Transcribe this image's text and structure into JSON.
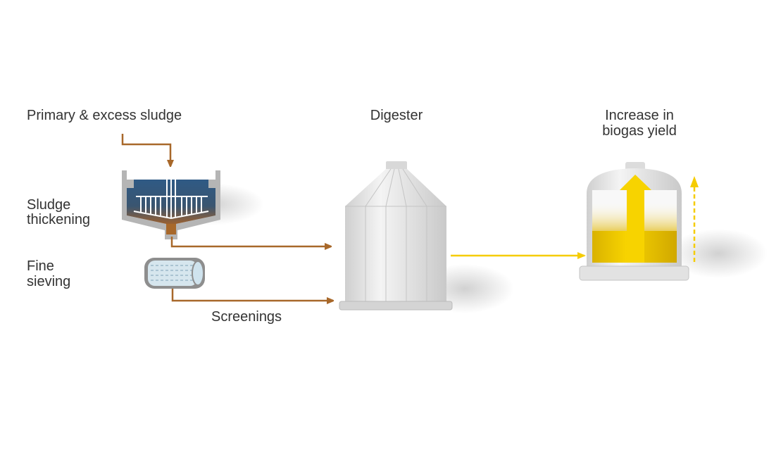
{
  "labels": {
    "primary_sludge": "Primary & excess sludge",
    "sludge_thickening_1": "Sludge",
    "sludge_thickening_2": "thickening",
    "fine_sieving_1": "Fine",
    "fine_sieving_2": "sieving",
    "screenings": "Screenings",
    "digester": "Digester",
    "biogas_1": "Increase in",
    "biogas_2": "biogas yield"
  },
  "colors": {
    "sludge_flow": "#a8682a",
    "gas_flow": "#f5cc00",
    "water": "#2f5a85",
    "tank": "#e4e4e4"
  }
}
